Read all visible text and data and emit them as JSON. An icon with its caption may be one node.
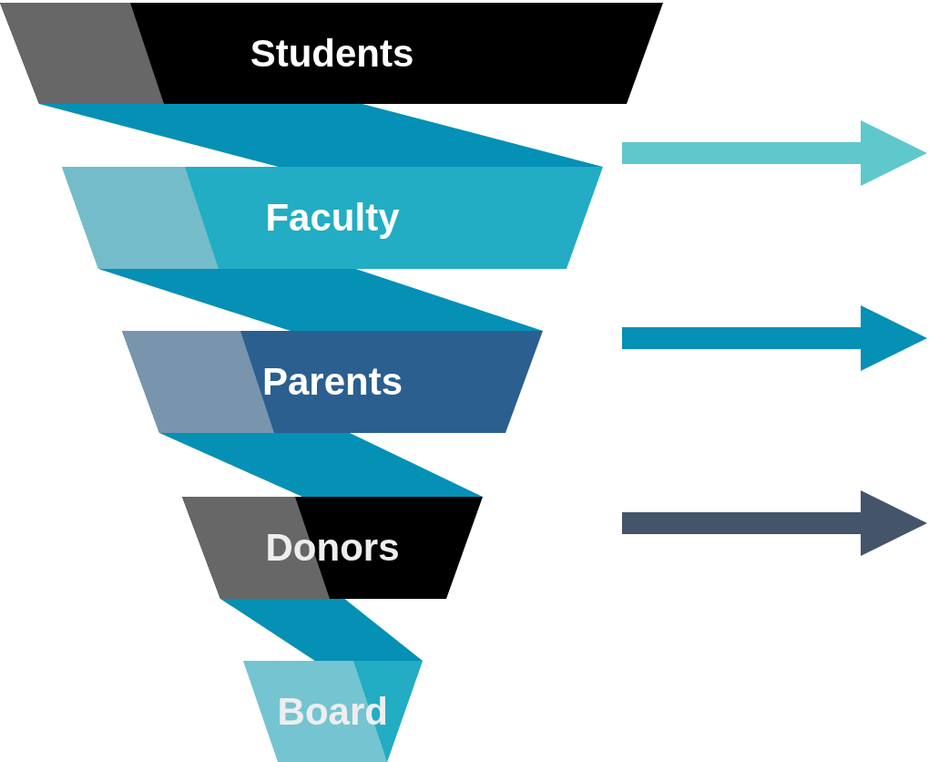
{
  "diagram": {
    "nodes": [
      {
        "text": [
          "Students"
        ]
      },
      {
        "text": [
          "Faculty"
        ]
      },
      {
        "text": [
          "Parents"
        ]
      },
      {
        "text": [
          "Donors"
        ]
      },
      {
        "text": [
          "Board"
        ]
      }
    ],
    "edges": [
      {
        "from": 0,
        "to": 1,
        "arrow": "none"
      },
      {
        "from": 1,
        "to": 2,
        "arrow": "none"
      },
      {
        "from": 2,
        "to": 3,
        "arrow": "none"
      },
      {
        "from": 3,
        "to": 4,
        "arrow": "none"
      }
    ]
  }
}
